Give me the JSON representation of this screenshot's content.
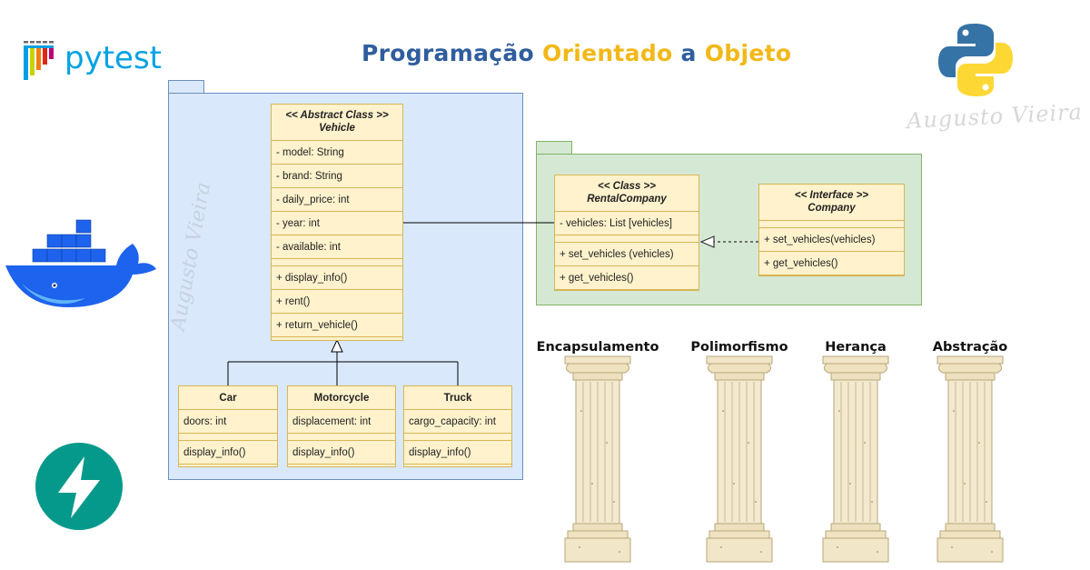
{
  "title": {
    "parts": [
      {
        "text": "Programação",
        "color": "blue"
      },
      {
        "text": " ",
        "color": "blue"
      },
      {
        "text": "Orientado",
        "color": "yellow"
      },
      {
        "text": " a ",
        "color": "blue"
      },
      {
        "text": "Objeto",
        "color": "yellow"
      }
    ]
  },
  "colors": {
    "title_blue": "#2f5d9e",
    "title_yellow": "#f2b818",
    "uml_fill": "#fff2cc",
    "uml_border": "#d6b656",
    "package_blue": "#dae8fc",
    "package_green": "#d5e8d4"
  },
  "logos": {
    "pytest": {
      "label": "pytest"
    },
    "python": {
      "icon": "python-logo"
    },
    "docker": {
      "icon": "docker-whale"
    },
    "fastapi": {
      "icon": "lightning-bolt"
    }
  },
  "signature": {
    "text": "Augusto Vieira"
  },
  "watermark": {
    "text": "Augusto Vieira"
  },
  "vehicle": {
    "stereotype": "<< Abstract Class >>",
    "name": "Vehicle",
    "attributes": [
      "- model: String",
      "- brand: String",
      "- daily_price: int",
      "- year: int",
      "- available: int"
    ],
    "methods": [
      "+ display_info()",
      "+ rent()",
      "+ return_vehicle()"
    ]
  },
  "subclasses": [
    {
      "name": "Car",
      "attribute": "doors: int",
      "method": "display_info()"
    },
    {
      "name": "Motorcycle",
      "attribute": "displacement: int",
      "method": "display_info()"
    },
    {
      "name": "Truck",
      "attribute": "cargo_capacity: int",
      "method": "display_info()"
    }
  ],
  "rental": {
    "stereotype": "<< Class >>",
    "name": "RentalCompany",
    "attribute": "- vehicles: List [vehicles]",
    "methods": [
      "+ set_vehicles (vehicles)",
      "+ get_vehicles()"
    ]
  },
  "company": {
    "stereotype": "<< Interface >>",
    "name": "Company",
    "methods": [
      "+ set_vehicles(vehicles)",
      "+ get_vehicles()"
    ]
  },
  "pillars": [
    "Encapsulamento",
    "Polimorfismo",
    "Herança",
    "Abstração"
  ]
}
